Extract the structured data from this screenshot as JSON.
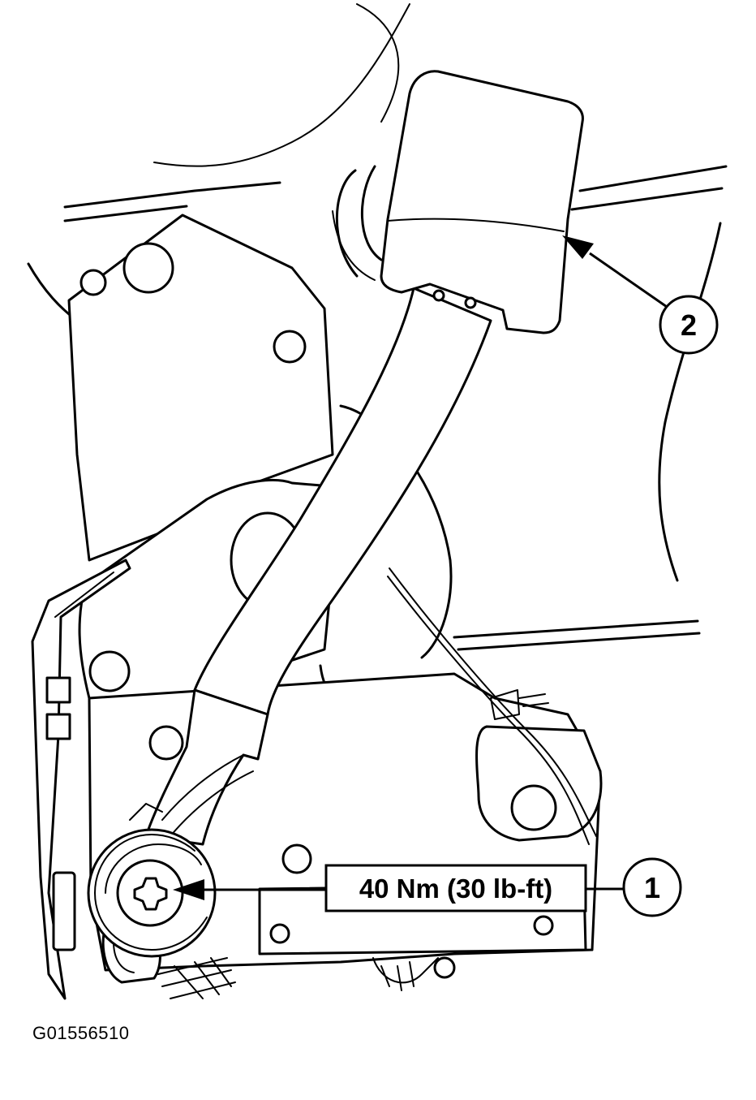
{
  "callouts": [
    {
      "number": "1",
      "label": "40 Nm (30 lb-ft)"
    },
    {
      "number": "2"
    }
  ],
  "figure_id": "G01556510"
}
